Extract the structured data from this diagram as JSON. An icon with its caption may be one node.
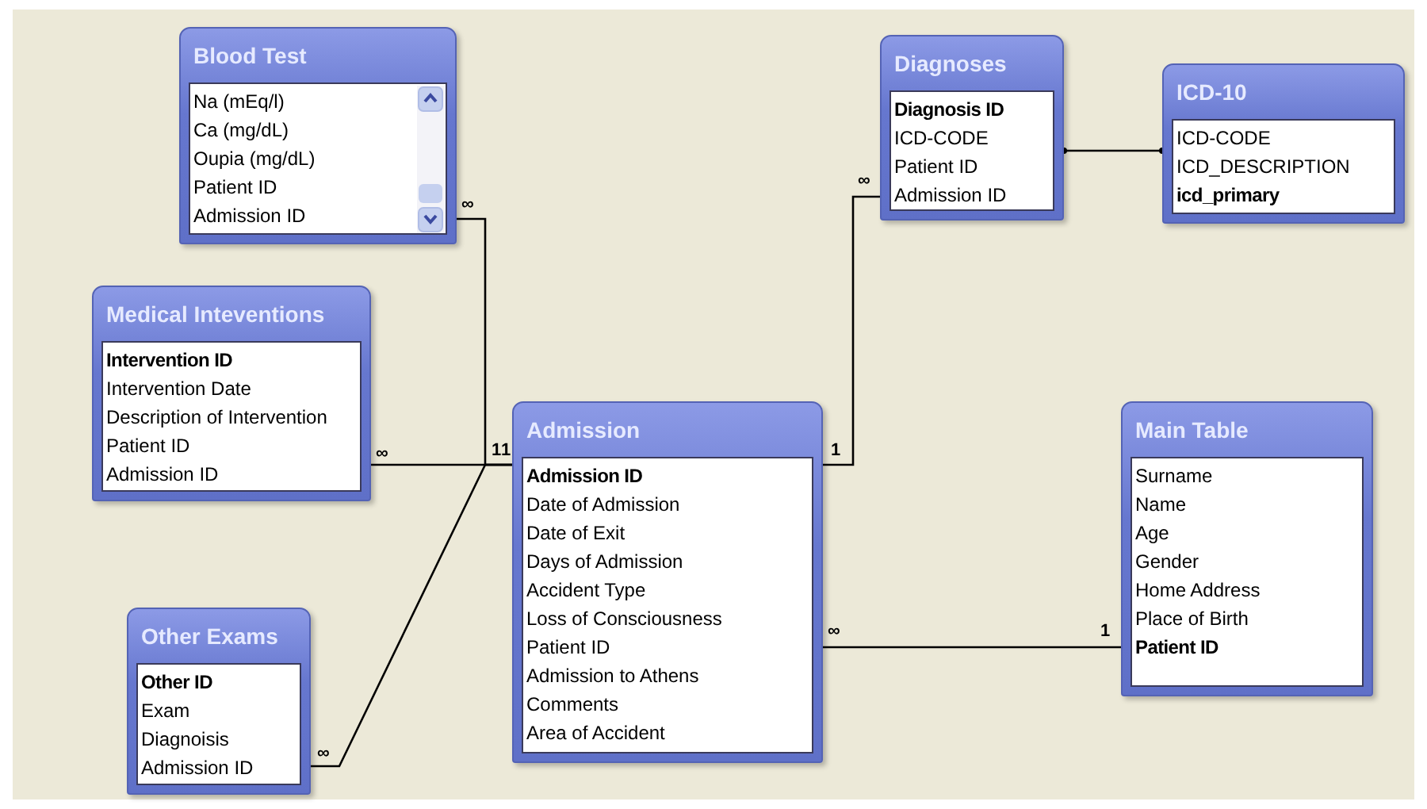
{
  "diagram": {
    "nodes": [
      {
        "text": [
          "Blood Test",
          "Na (mEq/l)",
          "Ca (mg/dL)",
          "Oupia (mg/dL)",
          "Patient ID",
          "Admission ID"
        ]
      },
      {
        "text": [
          "Diagnoses",
          "**Diagnosis ID**",
          "ICD-CODE",
          "Patient ID",
          "Admission ID"
        ]
      },
      {
        "text": [
          "ICD-10",
          "ICD-CODE",
          "ICD_DESCRIPTION",
          "**icd_primary**"
        ]
      },
      {
        "text": [
          "Medical Inteventions",
          "**Intervention ID**",
          "Intervention Date",
          "Description of Intervention",
          "Patient ID",
          "Admission ID"
        ]
      },
      {
        "text": [
          "Admission",
          "**Admission ID**",
          "Date of Admission",
          "Date of Exit",
          "Days of Admission",
          "Accident Type",
          "Loss of Consciousness",
          "Patient ID",
          "Admission to Athens",
          "Comments",
          "Area of Accident"
        ]
      },
      {
        "text": [
          "Main Table",
          "Surname",
          "Name",
          "Age",
          "Gender",
          "Home Address",
          "Place of Birth",
          "**Patient ID**"
        ]
      },
      {
        "text": [
          "Other Exams",
          "**Other ID**",
          "Exam",
          "Diagnoisis",
          "Admission ID"
        ]
      }
    ],
    "edges": [
      {
        "from": 0,
        "to": 4,
        "arrow": "other"
      },
      {
        "from": 3,
        "to": 4,
        "arrow": "other"
      },
      {
        "from": 6,
        "to": 4,
        "arrow": "other"
      },
      {
        "from": 1,
        "to": 4,
        "arrow": "other"
      },
      {
        "from": 1,
        "to": 2,
        "arrow": "other"
      },
      {
        "from": 4,
        "to": 5,
        "arrow": "other"
      }
    ],
    "labels": [
      "∞",
      "∞",
      "∞",
      "1",
      "1",
      "1",
      "∞",
      "1",
      "∞"
    ]
  }
}
